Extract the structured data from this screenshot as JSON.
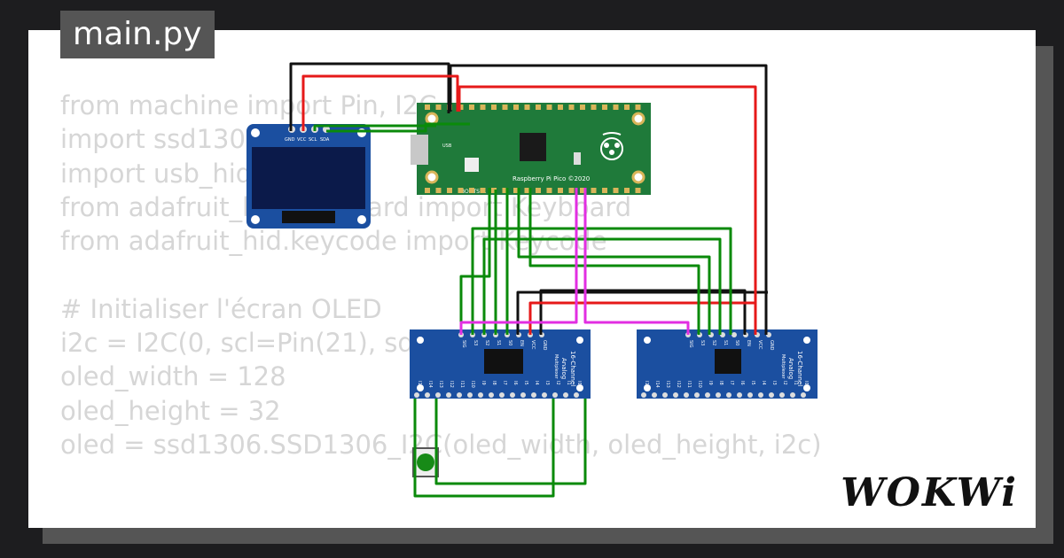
{
  "file_tab": {
    "label": "main.py"
  },
  "code_lines": [
    "from machine import Pin, I2C",
    "import ssd1306",
    "import usb_hid",
    "from adafruit_hid.keyboard import Keyboard",
    "from adafruit_hid.keycode import Keycode",
    "",
    "# Initialiser l'écran OLED",
    "i2c = I2C(0, scl=Pin(21), sda=Pin(20))",
    "oled_width = 128",
    "oled_height = 32",
    "oled = ssd1306.SSD1306_I2C(oled_width, oled_height, i2c)"
  ],
  "oled": {
    "pins": [
      "GND",
      "VCC",
      "SCL",
      "SDA"
    ]
  },
  "pico": {
    "label": "Raspberry Pi Pico ©2020",
    "bootsel": "BOOTSEL",
    "usb": "USB"
  },
  "mux_left": {
    "title": "16-Channel",
    "subtitle": "Analog",
    "sub2": "Multiplexer",
    "top_pins": [
      "SIG",
      "S3",
      "S2",
      "S1",
      "S0",
      "EN",
      "VCC",
      "GND"
    ],
    "bottom_pins": [
      "I15",
      "I14",
      "I13",
      "I12",
      "I11",
      "I10",
      "I9",
      "I8",
      "I7",
      "I6",
      "I5",
      "I4",
      "I3",
      "I2",
      "I1",
      "I0"
    ]
  },
  "mux_right": {
    "title": "16-Channel",
    "subtitle": "Analog",
    "sub2": "Multiplexer",
    "top_pins": [
      "SIG",
      "S3",
      "S2",
      "S1",
      "S0",
      "EN",
      "VCC",
      "GND"
    ],
    "bottom_pins": [
      "I15",
      "I14",
      "I13",
      "I12",
      "I11",
      "I10",
      "I9",
      "I8",
      "I7",
      "I6",
      "I5",
      "I4",
      "I3",
      "I2",
      "I1",
      "I0"
    ]
  },
  "brand": "WOKWi",
  "colors": {
    "wire_green": "#0a8a0a",
    "wire_red": "#e61919",
    "wire_black": "#111111",
    "wire_magenta": "#e22ee2",
    "board_blue": "#1b4fa0",
    "pico_green": "#1f7a3a"
  }
}
